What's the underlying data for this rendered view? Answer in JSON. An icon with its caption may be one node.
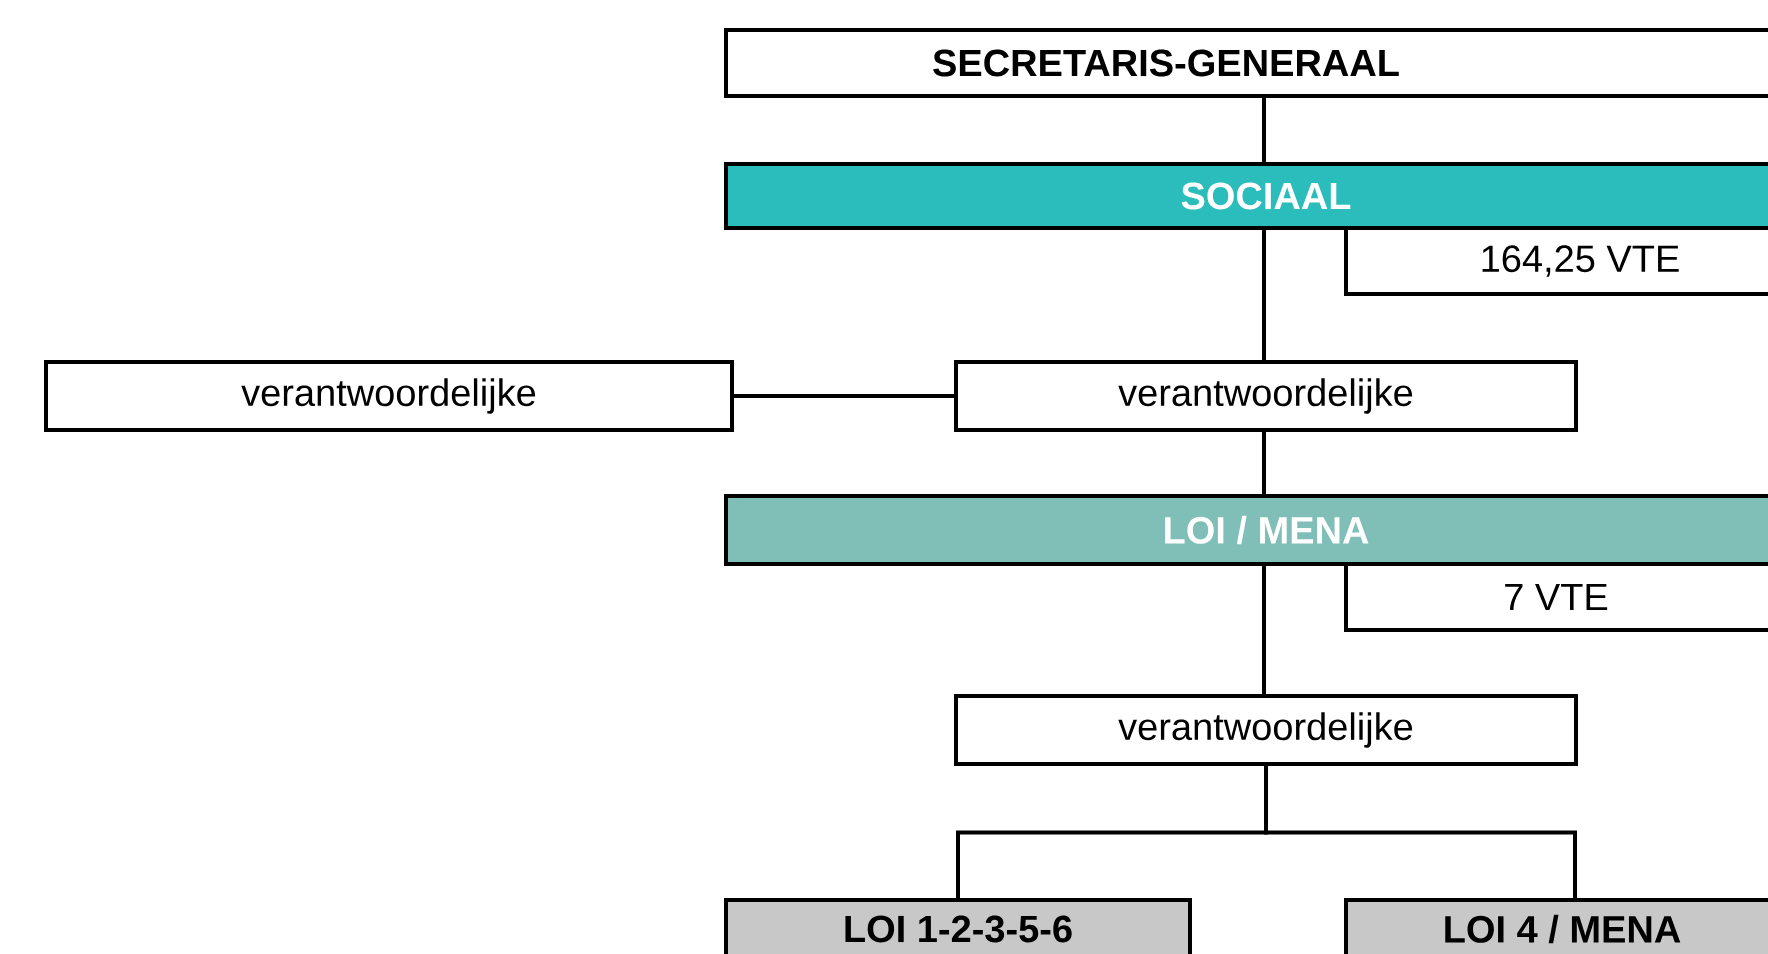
{
  "diagram": {
    "nodes": [
      {
        "text": [
          "SECRETARIS-GENERAAL"
        ]
      },
      {
        "text": [
          "SOCIAAL"
        ]
      },
      {
        "text": [
          "164,25 VTE"
        ]
      },
      {
        "text": [
          "verantwoordelijke"
        ]
      },
      {
        "text": [
          "verantwoordelijke"
        ]
      },
      {
        "text": [
          "LOI / MENA"
        ]
      },
      {
        "text": [
          "7 VTE"
        ]
      },
      {
        "text": [
          "verantwoordelijke"
        ]
      },
      {
        "text": [
          "LOI 1-2-3-5-6"
        ]
      },
      {
        "text": [
          "LOI 4 / MENA"
        ]
      }
    ],
    "edges": [
      {
        "from": 0,
        "to": 1,
        "arrow": "none"
      },
      {
        "from": 1,
        "to": 4,
        "arrow": "none"
      },
      {
        "from": 4,
        "to": 3,
        "arrow": "none"
      },
      {
        "from": 4,
        "to": 5,
        "arrow": "none"
      },
      {
        "from": 5,
        "to": 7,
        "arrow": "none"
      },
      {
        "from": 7,
        "to": 8,
        "arrow": "none"
      },
      {
        "from": 7,
        "to": 9,
        "arrow": "none"
      }
    ]
  }
}
